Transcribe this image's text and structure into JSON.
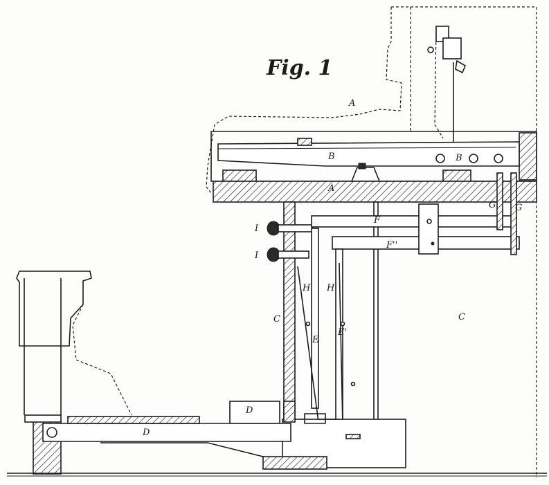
{
  "figure": {
    "title": "Fig. 1",
    "labels": {
      "A_upper": "A",
      "A_lower": "A",
      "B_left": "B",
      "B_right": "B",
      "C_left": "C",
      "C_right": "C",
      "D_block": "D",
      "D_pedal": "D",
      "E": "E",
      "E1": "E'",
      "F": "F",
      "F1": "F''",
      "G_left": "G",
      "G_right": "G",
      "H": "H",
      "H1": "H'",
      "I_upper": "I",
      "I_lower": "I"
    }
  }
}
